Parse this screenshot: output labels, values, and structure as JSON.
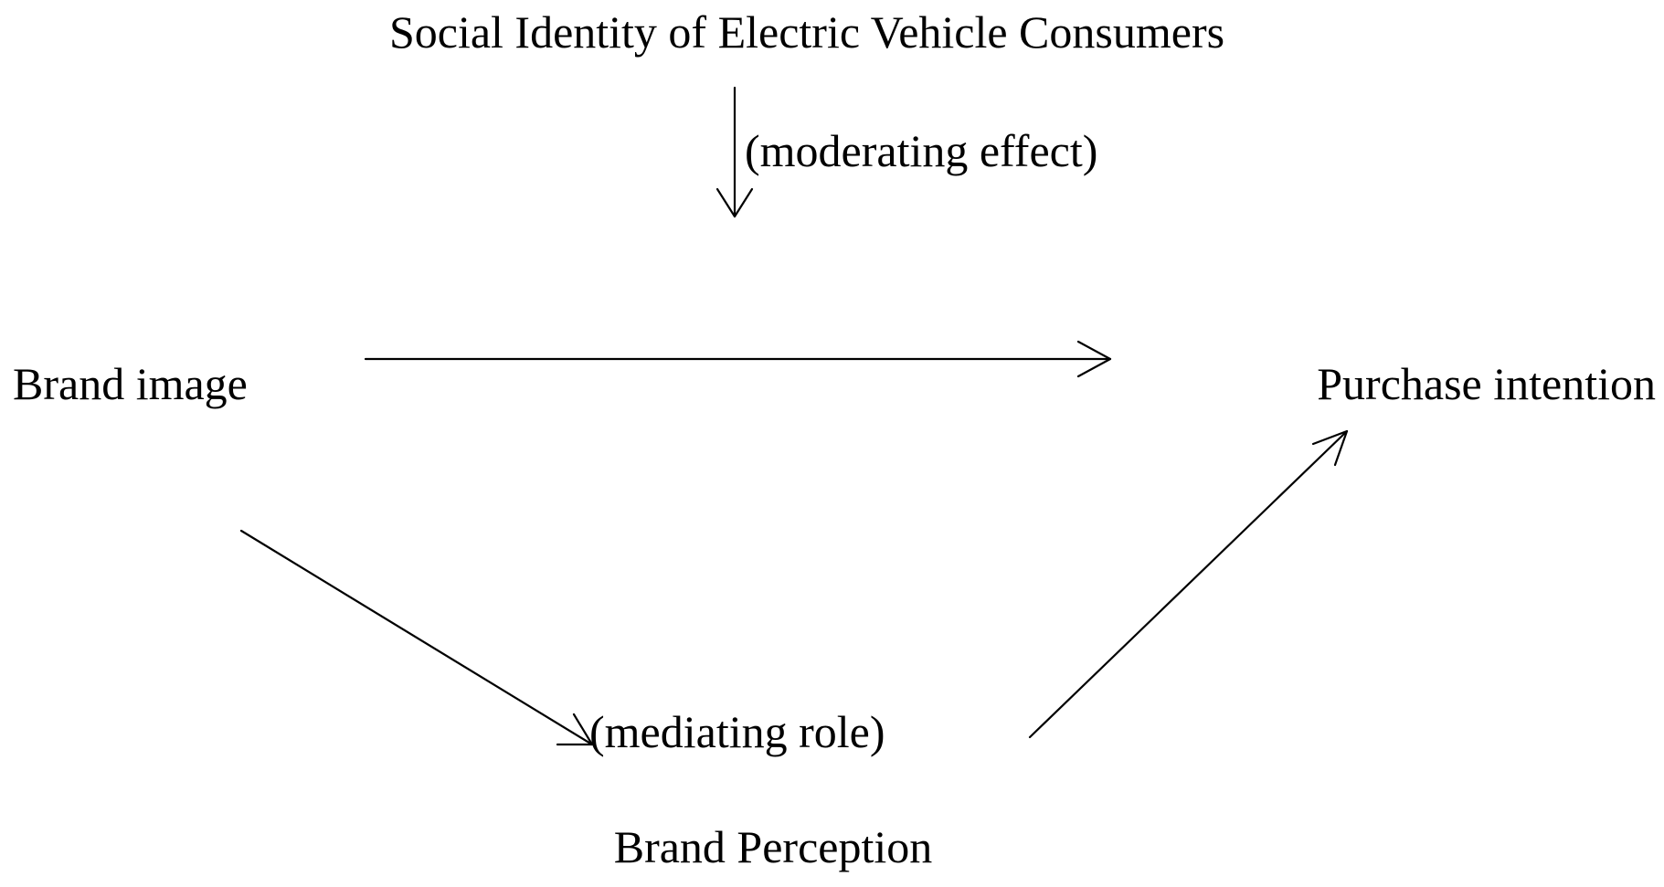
{
  "nodes": {
    "moderator": "Social Identity of Electric Vehicle Consumers",
    "independent": "Brand image",
    "dependent": "Purchase intention",
    "mediator": "Brand Perception"
  },
  "edge_labels": {
    "moderating": "(moderating effect)",
    "mediating": "(mediating role)"
  },
  "colors": {
    "ink": "#000000",
    "background": "#ffffff"
  }
}
